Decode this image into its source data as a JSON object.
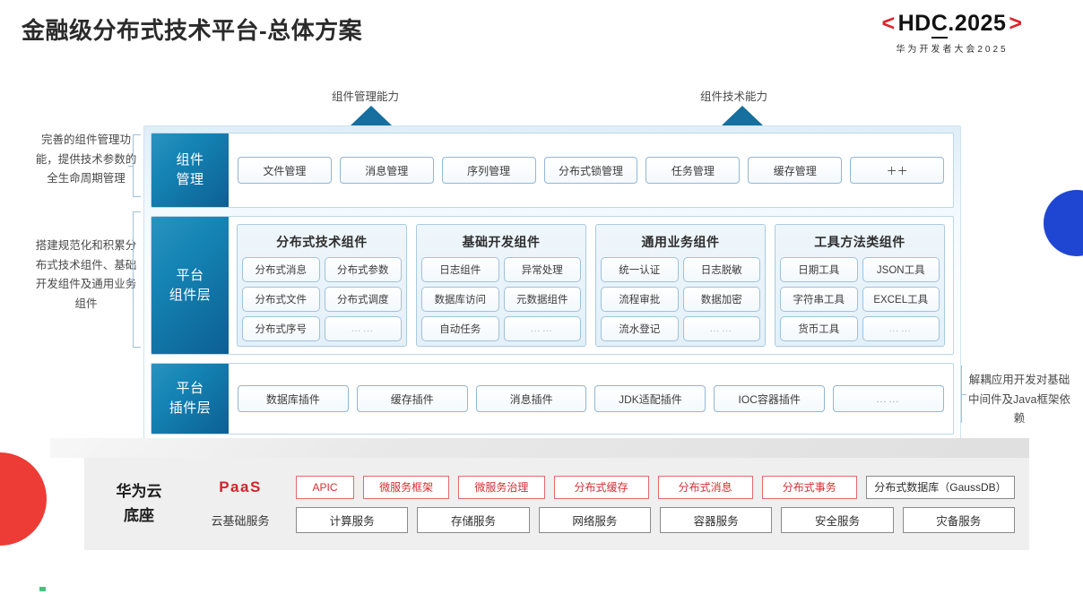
{
  "header": {
    "title": "金融级分布式技术平台-总体方案",
    "logo_open": "<",
    "logo_text_a": "HD",
    "logo_text_c": "C",
    "logo_text_b": ".2025",
    "logo_close": ">",
    "logo_subtitle": "华为开发者大会2025"
  },
  "arrows": [
    {
      "label": "组件管理能力"
    },
    {
      "label": "组件技术能力"
    }
  ],
  "notes": {
    "left_top": "完善的组件管理功能，提供技术参数的全生命周期管理",
    "left_mid": "搭建规范化和积累分布式技术组件、基础开发组件及通用业务组件",
    "right": "解耦应用开发对基础中间件及Java框架依赖"
  },
  "layers": {
    "component_mgmt": {
      "label_line1": "组件",
      "label_line2": "管理",
      "chips": [
        "文件管理",
        "消息管理",
        "序列管理",
        "分布式锁管理",
        "任务管理",
        "缓存管理",
        "＋＋"
      ]
    },
    "platform_components": {
      "label_line1": "平台",
      "label_line2": "组件层",
      "groups": [
        {
          "title": "分布式技术组件",
          "cells": [
            "分布式消息",
            "分布式参数",
            "分布式文件",
            "分布式调度",
            "分布式序号",
            "……"
          ]
        },
        {
          "title": "基础开发组件",
          "cells": [
            "日志组件",
            "异常处理",
            "数据库访问",
            "元数据组件",
            "自动任务",
            "……"
          ]
        },
        {
          "title": "通用业务组件",
          "cells": [
            "统一认证",
            "日志脱敏",
            "流程审批",
            "数据加密",
            "流水登记",
            "……"
          ]
        },
        {
          "title": "工具方法类组件",
          "cells": [
            "日期工具",
            "JSON工具",
            "字符串工具",
            "EXCEL工具",
            "货币工具",
            "……"
          ]
        }
      ]
    },
    "plugin_layer": {
      "label_line1": "平台",
      "label_line2": "插件层",
      "chips": [
        "数据库插件",
        "缓存插件",
        "消息插件",
        "JDK适配插件",
        "IOC容器插件",
        "……"
      ]
    }
  },
  "base": {
    "title_line1": "华为云",
    "title_line2": "底座",
    "paas_tag": "PaaS",
    "cloud_tag": "云基础服务",
    "paas_items": [
      {
        "label": "APIC",
        "style": "red",
        "flex": 0.62
      },
      {
        "label": "微服务框架",
        "style": "red",
        "flex": 1
      },
      {
        "label": "微服务治理",
        "style": "red",
        "flex": 1
      },
      {
        "label": "分布式缓存",
        "style": "red",
        "flex": 1.12
      },
      {
        "label": "分布式消息",
        "style": "red",
        "flex": 1.12
      },
      {
        "label": "分布式事务",
        "style": "red",
        "flex": 1.12
      },
      {
        "label": "分布式数据库（GaussDB）",
        "style": "gray",
        "flex": 1.85
      }
    ],
    "cloud_items": [
      "计算服务",
      "存储服务",
      "网络服务",
      "容器服务",
      "安全服务",
      "灾备服务"
    ]
  },
  "colors": {
    "brand_red": "#d0252c",
    "layer_blue_light": "#2a93c0",
    "layer_blue_dark": "#0d5f93",
    "arrow_blue": "#166f9e",
    "deco_blue": "#1f46d2",
    "deco_red": "#ed3b35"
  }
}
